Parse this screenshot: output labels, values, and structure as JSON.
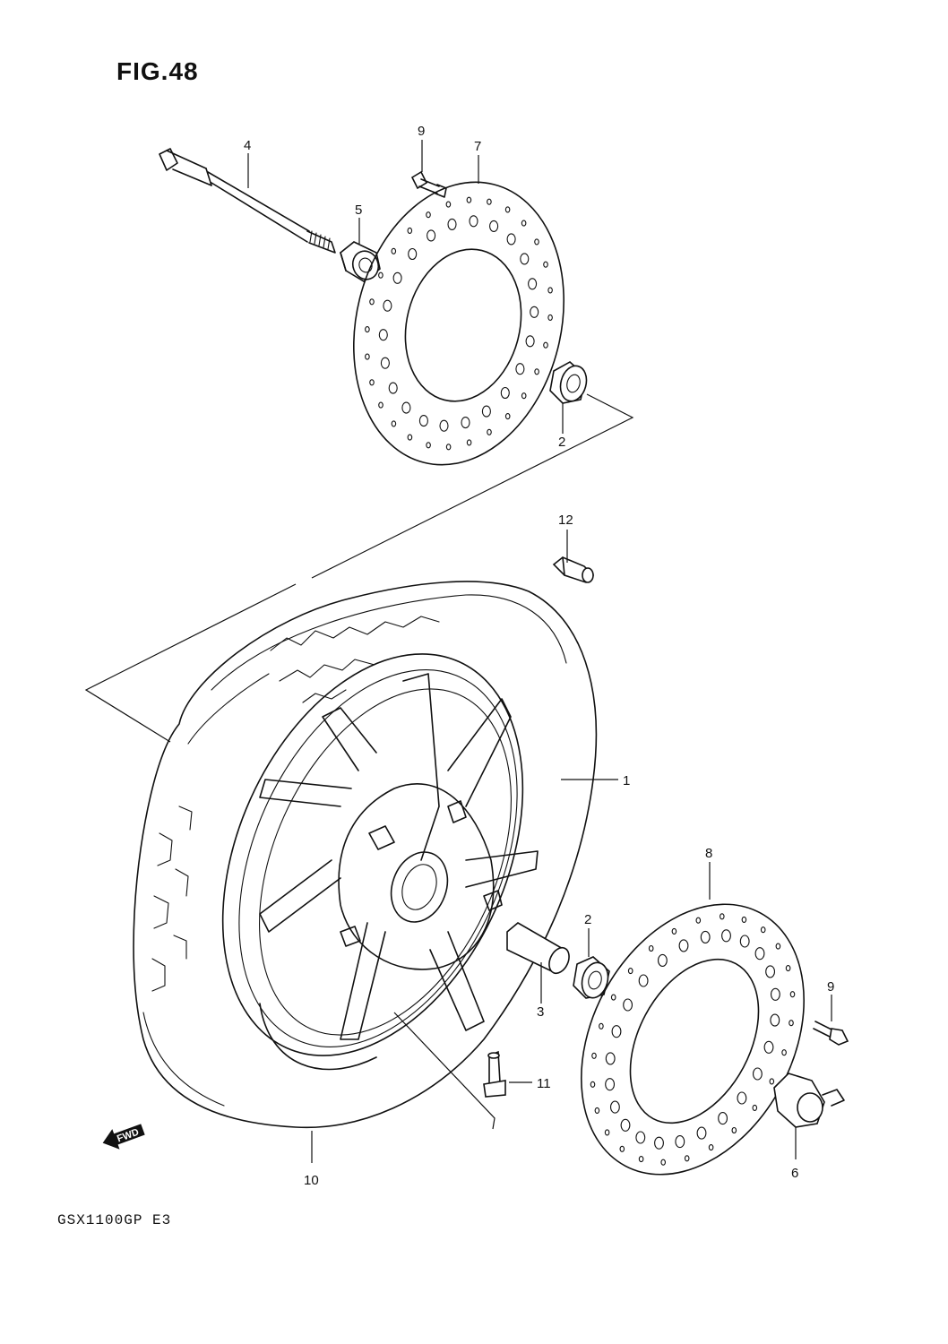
{
  "figure": {
    "title": "FIG.48"
  },
  "model_code": "GSX1100GP  E3",
  "direction_marker": {
    "label": "FWD",
    "icon": "forward-arrow-icon"
  },
  "callouts": {
    "tire": "1",
    "bearing_right": "2",
    "bearing_left": "2",
    "spacer": "3",
    "axle": "4",
    "axle_collar": "5",
    "speedometer_gearbox": "6",
    "brake_disc_right": "7",
    "brake_disc_left": "8",
    "disc_bolt_upper": "9",
    "disc_bolt_lower": "9",
    "wheel": "10",
    "valve": "11",
    "balancer_weight": "12"
  }
}
